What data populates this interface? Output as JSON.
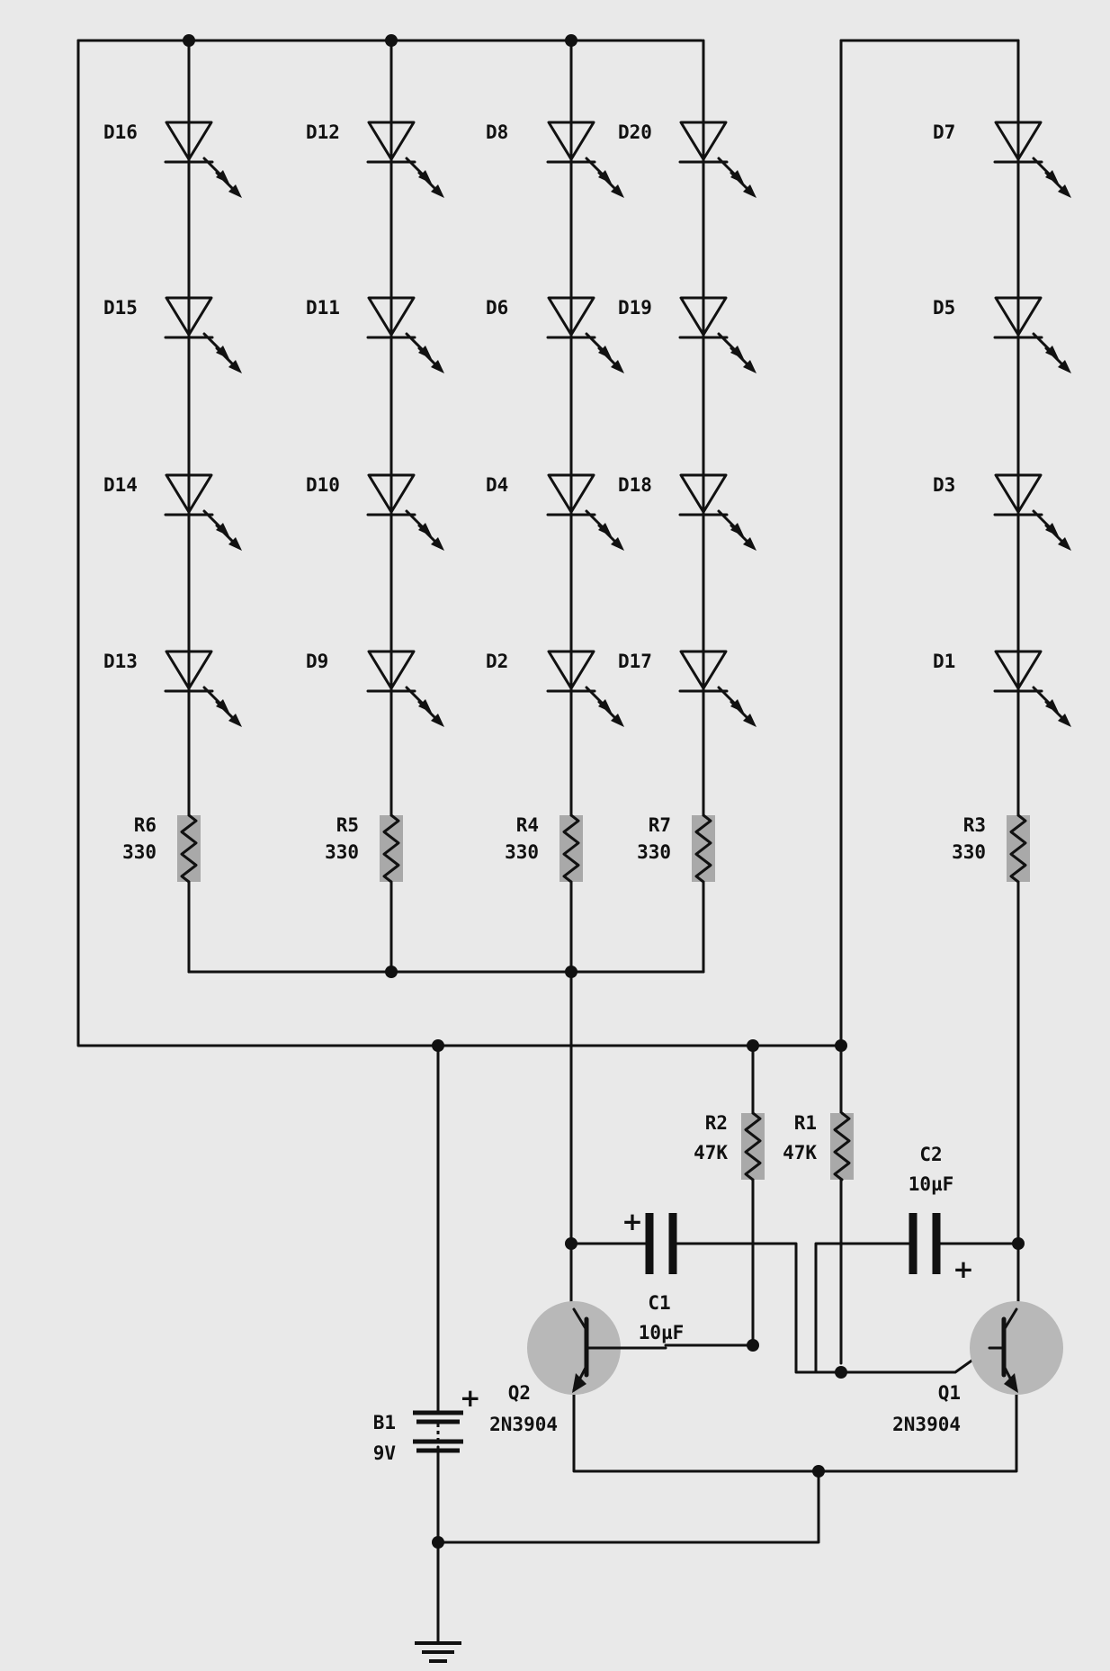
{
  "diagram": {
    "led_columns": [
      {
        "diodes": [
          "D16",
          "D15",
          "D14",
          "D13"
        ],
        "resistor": {
          "ref": "R6",
          "value": "330"
        }
      },
      {
        "diodes": [
          "D12",
          "D11",
          "D10",
          "D9"
        ],
        "resistor": {
          "ref": "R5",
          "value": "330"
        }
      },
      {
        "diodes": [
          "D8",
          "D6",
          "D4",
          "D2"
        ],
        "resistor": {
          "ref": "R4",
          "value": "330"
        }
      },
      {
        "diodes": [
          "D20",
          "D19",
          "D18",
          "D17"
        ],
        "resistor": {
          "ref": "R7",
          "value": "330"
        }
      },
      {
        "diodes": [
          "D7",
          "D5",
          "D3",
          "D1"
        ],
        "resistor": {
          "ref": "R3",
          "value": "330"
        }
      }
    ],
    "bias_resistors": [
      {
        "ref": "R2",
        "value": "47K"
      },
      {
        "ref": "R1",
        "value": "47K"
      }
    ],
    "capacitors": [
      {
        "ref": "C1",
        "value": "10µF",
        "polarity": "+"
      },
      {
        "ref": "C2",
        "value": "10µF",
        "polarity": "+"
      }
    ],
    "transistors": [
      {
        "ref": "Q2",
        "part": "2N3904"
      },
      {
        "ref": "Q1",
        "part": "2N3904"
      }
    ],
    "battery": {
      "ref": "B1",
      "value": "9V",
      "polarity": "+"
    }
  },
  "colors": {
    "ink": "#111111",
    "paper": "#e9e9e9",
    "resistor_fill": "#a9a9a9",
    "transistor_halo": "#b8b8b8"
  }
}
